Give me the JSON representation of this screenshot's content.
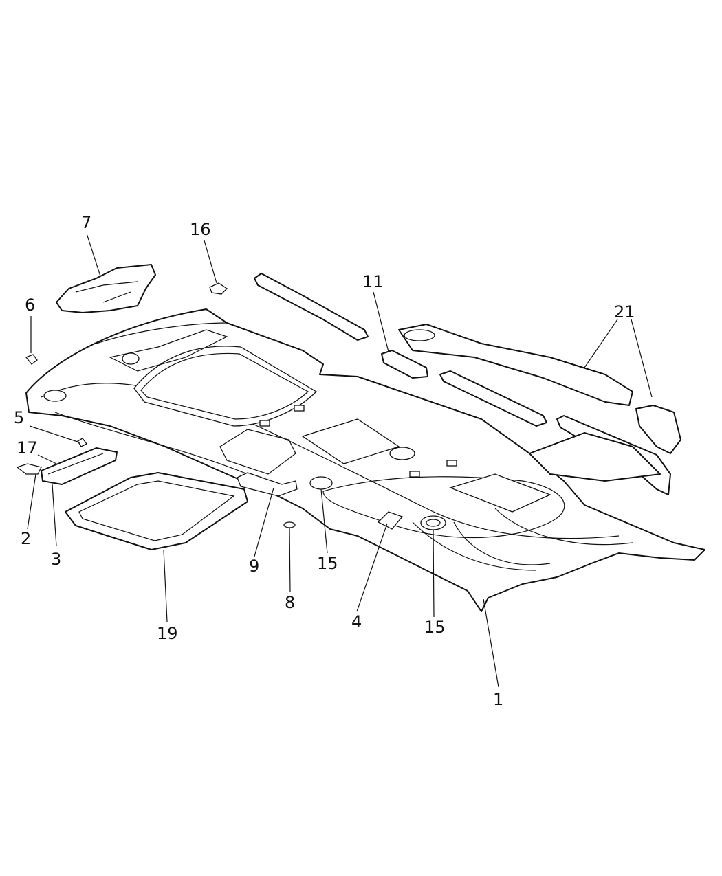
{
  "callouts": [
    {
      "id": "c7",
      "label": "7"
    },
    {
      "id": "c16",
      "label": "16"
    },
    {
      "id": "c11",
      "label": "11"
    },
    {
      "id": "c21",
      "label": "21"
    },
    {
      "id": "c6",
      "label": "6"
    },
    {
      "id": "c5",
      "label": "5"
    },
    {
      "id": "c17",
      "label": "17"
    },
    {
      "id": "c2",
      "label": "2"
    },
    {
      "id": "c3",
      "label": "3"
    },
    {
      "id": "c9",
      "label": "9"
    },
    {
      "id": "c15a",
      "label": "15"
    },
    {
      "id": "c8",
      "label": "8"
    },
    {
      "id": "c19",
      "label": "19"
    },
    {
      "id": "c4",
      "label": "4"
    },
    {
      "id": "c15b",
      "label": "15"
    },
    {
      "id": "c1",
      "label": "1"
    }
  ]
}
